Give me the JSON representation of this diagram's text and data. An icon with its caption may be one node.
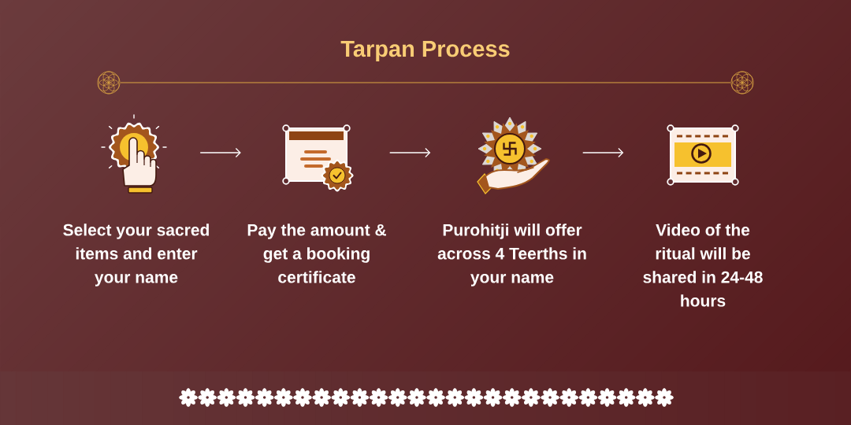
{
  "diagram": {
    "title": "Tarpan Process",
    "nodes": [
      {
        "text": [],
        "shape": "picture",
        "beside": [
          "Select your sacred items and enter your name"
        ]
      },
      {
        "text": [],
        "shape": "picture",
        "beside": [
          "Pay the amount & get a booking certificate"
        ]
      },
      {
        "text": [],
        "shape": "picture",
        "beside": [
          "Purohitji will offer across 4 Teerths in your name"
        ]
      },
      {
        "text": [],
        "shape": "picture",
        "beside": [
          "Video of the ritual will be shared in 24-48 hours"
        ]
      }
    ],
    "edges": [
      {
        "from": 0,
        "to": 1,
        "arrow": "to"
      },
      {
        "from": 1,
        "to": 2,
        "arrow": "to"
      },
      {
        "from": 2,
        "to": 3,
        "arrow": "to"
      }
    ]
  }
}
